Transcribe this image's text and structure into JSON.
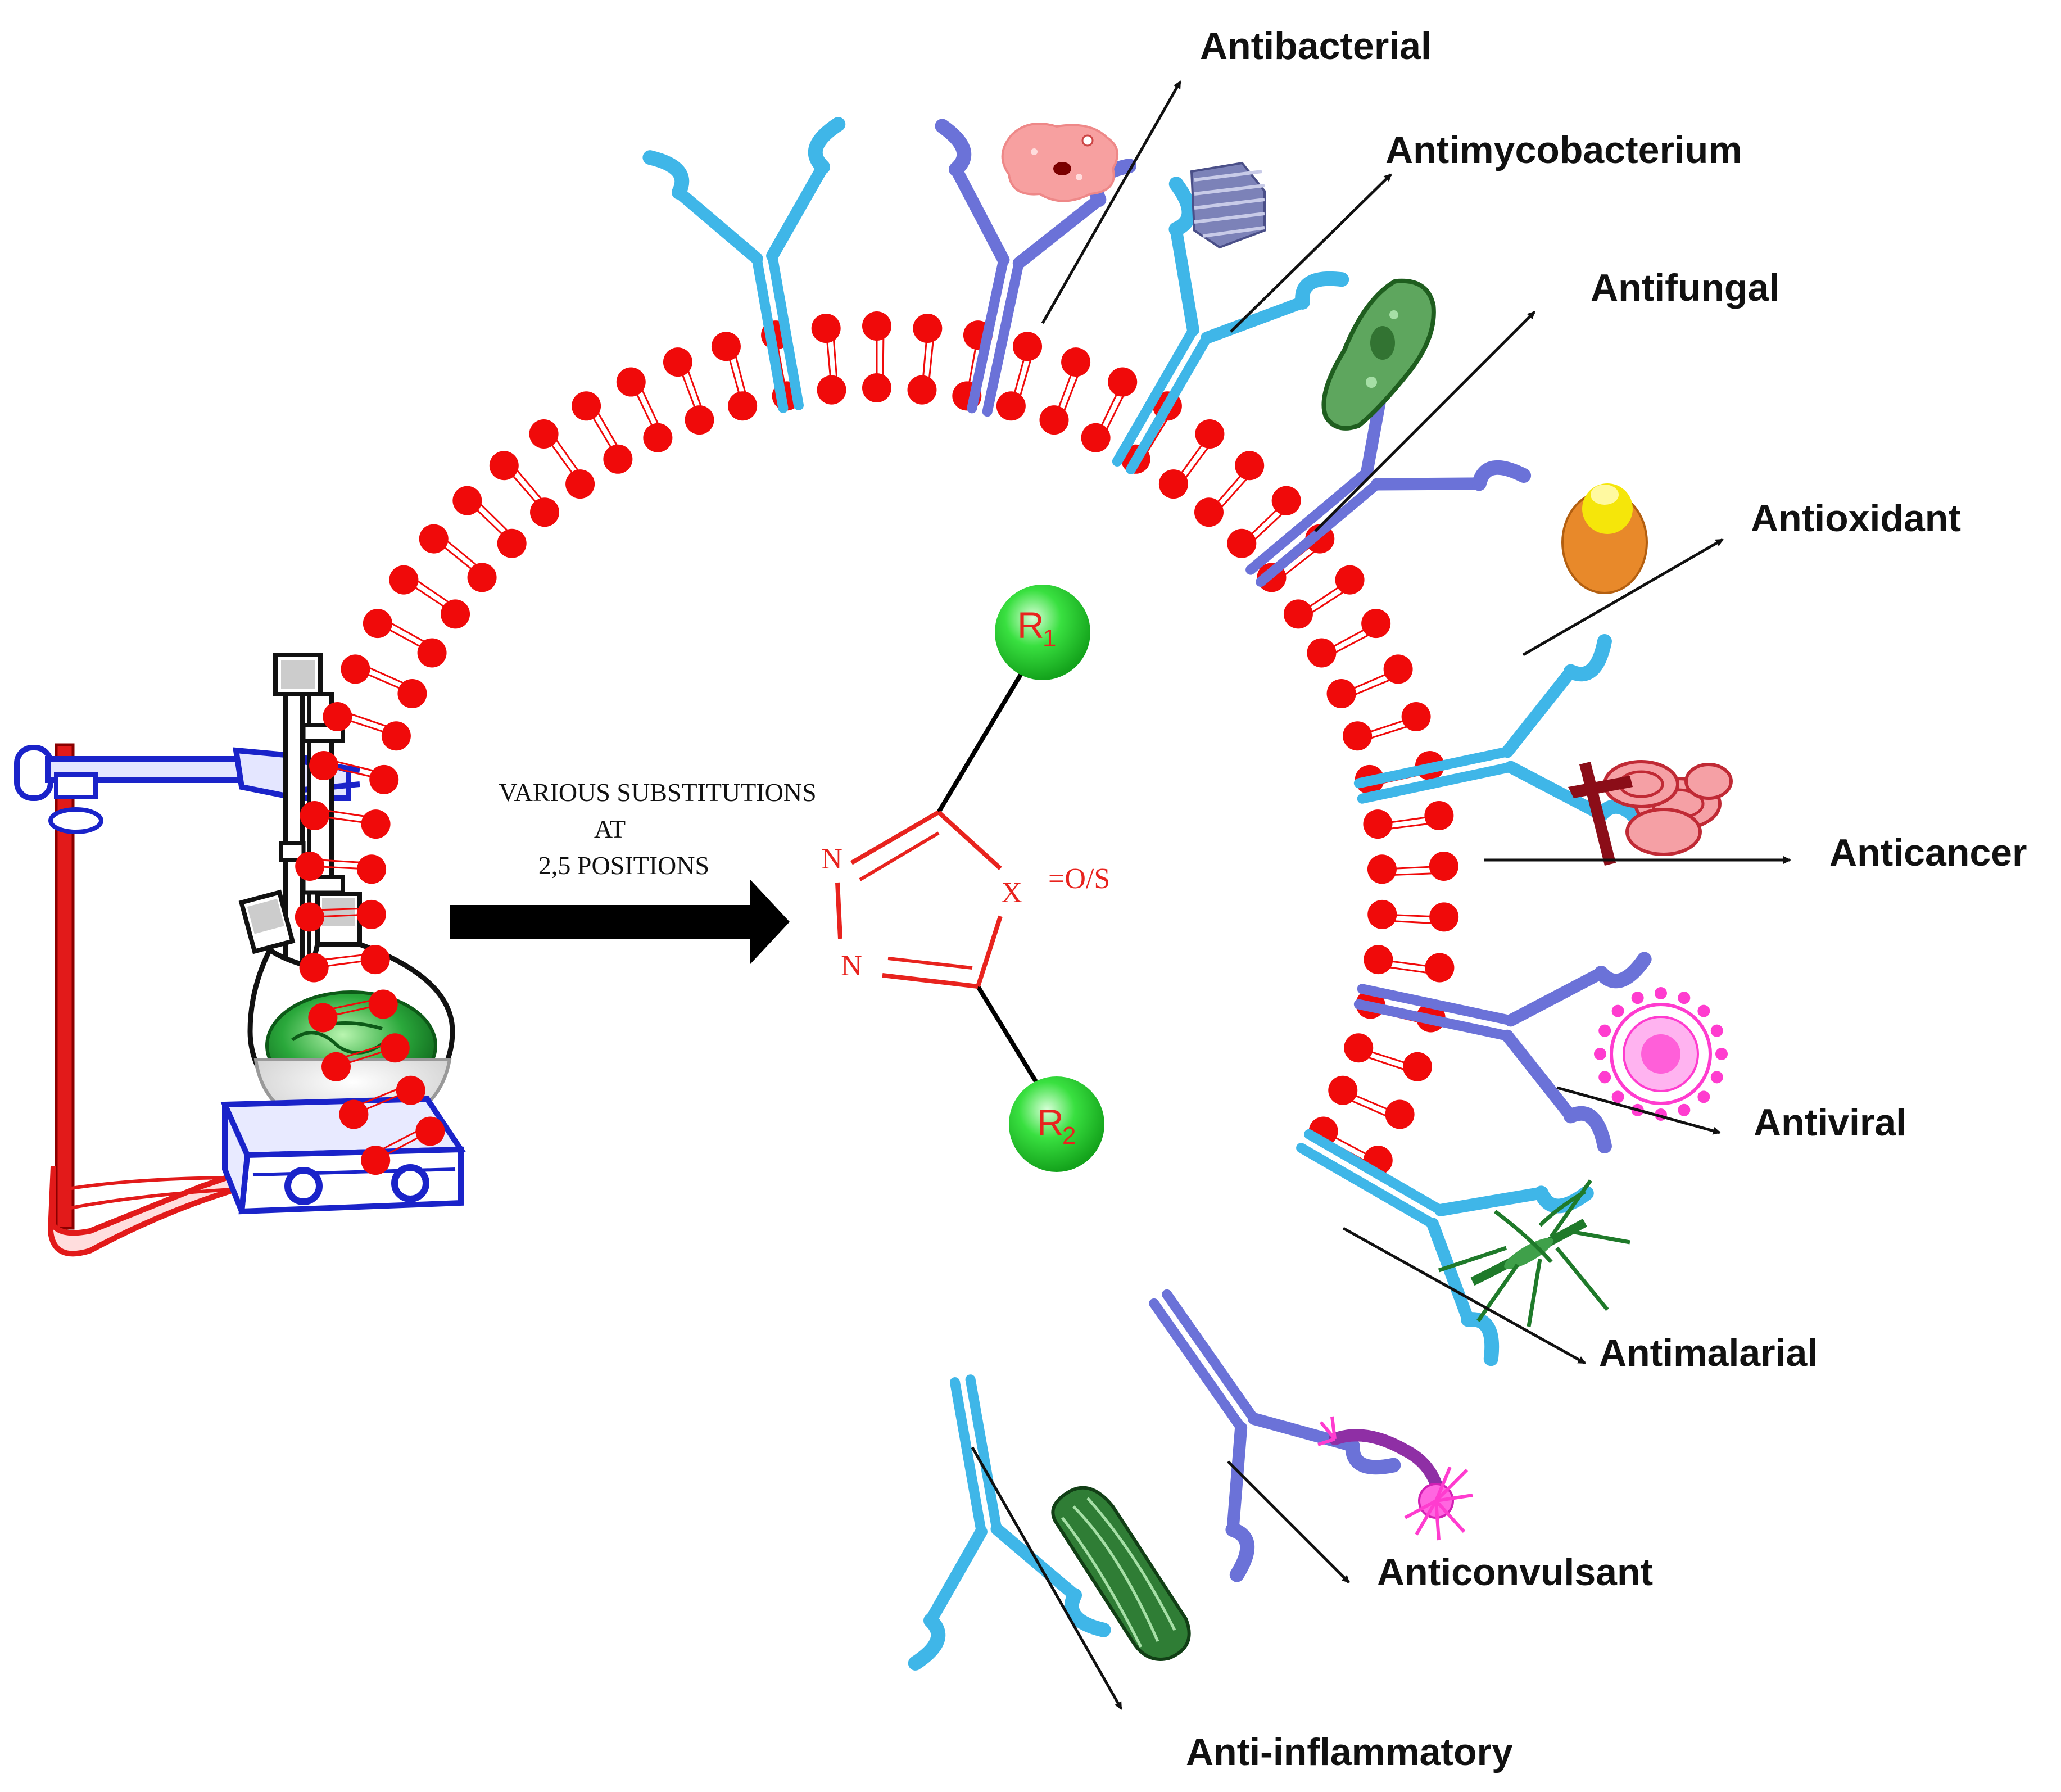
{
  "step": {
    "line1": "VARIOUS SUBSTITUTIONS",
    "line2": "AT",
    "line3": "2,5 POSITIONS"
  },
  "molecule": {
    "n_top": "N",
    "n_bottom": "N",
    "x_atom": "X",
    "x_note": "=O/S",
    "r1": "R",
    "r1_sub": "1",
    "r2": "R",
    "r2_sub": "2"
  },
  "activities": [
    "Antibacterial",
    "Antimycobacterium",
    "Antifungal",
    "Antioxidant",
    "Anticancer",
    "Antiviral",
    "Antimalarial",
    "Anticonvulsant",
    "Anti-inflammatory"
  ],
  "colors": {
    "membrane_head": "#f00a0a",
    "receptor_light": "#3fb6e8",
    "receptor_dark": "#6b72d8",
    "apparatus": "#1a23c9",
    "stand": "#e21a1a",
    "ball": "#2fd13f",
    "ring": "#e8231e"
  }
}
